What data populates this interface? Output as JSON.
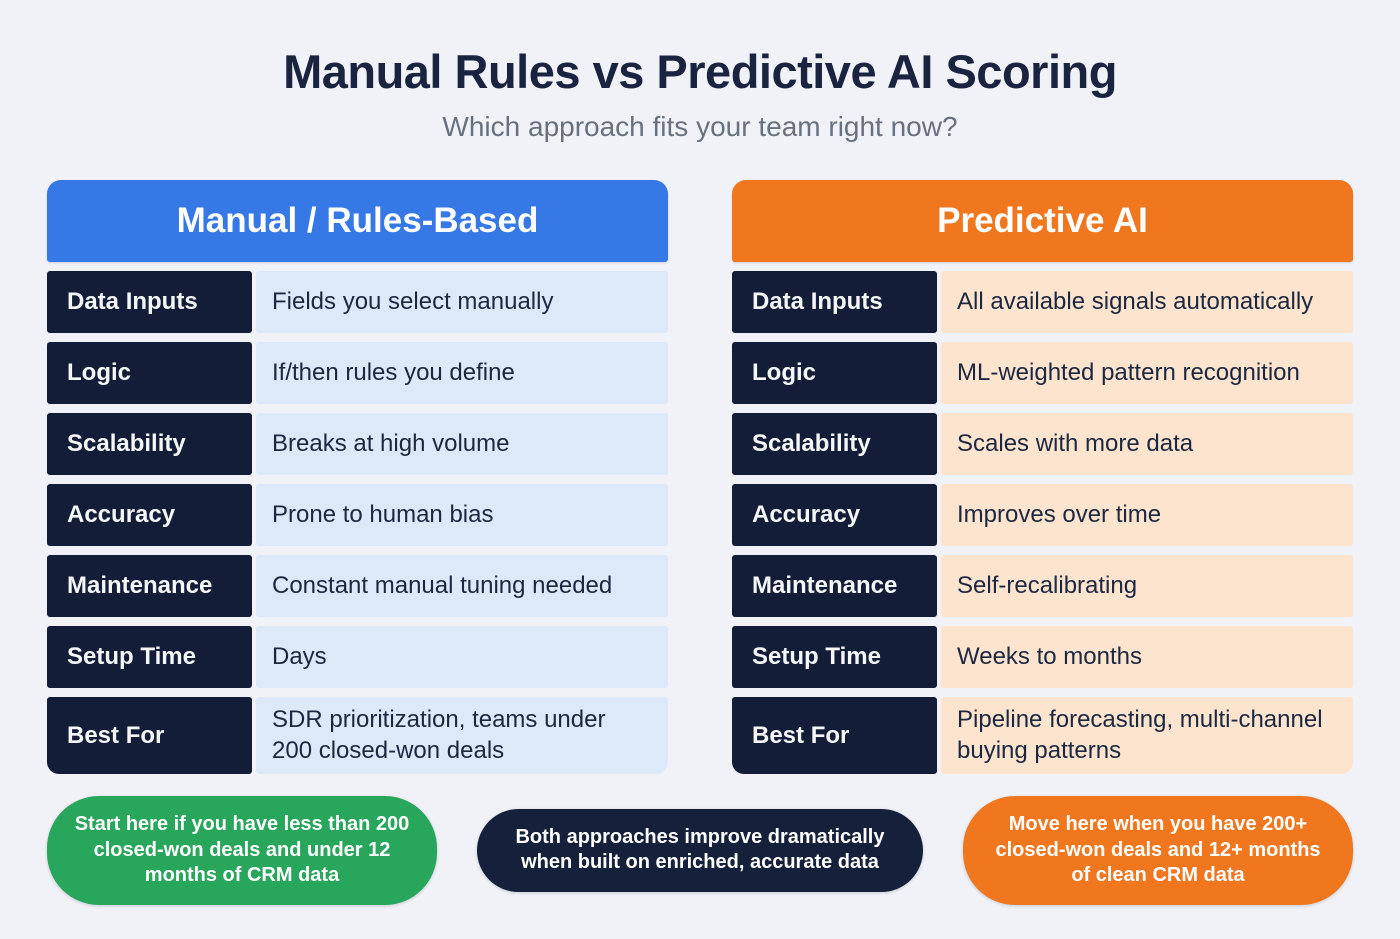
{
  "page": {
    "title": "Manual Rules vs Predictive AI Scoring",
    "subtitle": "Which approach fits your team right now?"
  },
  "columns": [
    {
      "id": "manual-rules-based",
      "header": "Manual / Rules-Based",
      "header_color": "#3578e6",
      "cell_color": "#dde9f9",
      "rows": [
        {
          "label": "Data Inputs",
          "value": "Fields you select manually"
        },
        {
          "label": "Logic",
          "value": "If/then rules you define"
        },
        {
          "label": "Scalability",
          "value": "Breaks at high volume"
        },
        {
          "label": "Accuracy",
          "value": "Prone to human bias"
        },
        {
          "label": "Maintenance",
          "value": "Constant manual tuning needed"
        },
        {
          "label": "Setup Time",
          "value": "Days"
        },
        {
          "label": "Best For",
          "value": "SDR prioritization, teams under 200 closed-won deals"
        }
      ]
    },
    {
      "id": "predictive-ai",
      "header": "Predictive AI",
      "header_color": "#f1771f",
      "cell_color": "#fce4ce",
      "rows": [
        {
          "label": "Data Inputs",
          "value": "All available signals automatically"
        },
        {
          "label": "Logic",
          "value": "ML-weighted pattern recognition"
        },
        {
          "label": "Scalability",
          "value": "Scales with more data"
        },
        {
          "label": "Accuracy",
          "value": "Improves over time"
        },
        {
          "label": "Maintenance",
          "value": "Self-recalibrating"
        },
        {
          "label": "Setup Time",
          "value": "Weeks to months"
        },
        {
          "label": "Best For",
          "value": "Pipeline forecasting, multi-channel buying patterns"
        }
      ]
    }
  ],
  "footers": [
    {
      "id": "start-here",
      "text": "Start here if you have less than 200 closed-won deals and under 12 months of CRM data",
      "color": "#27a65c"
    },
    {
      "id": "both-approaches",
      "text": "Both approaches improve dramatically when built on enriched, accurate data",
      "color": "#15203a"
    },
    {
      "id": "move-here",
      "text": "Move here when you have 200+ closed-won deals and 12+ months of clean CRM data",
      "color": "#f1771f"
    }
  ],
  "colors": {
    "background": "#f0f2f7",
    "title_text": "#1a2440",
    "subtitle_text": "#687180",
    "label_cell": "#131d37",
    "value_text": "#1c2740"
  }
}
